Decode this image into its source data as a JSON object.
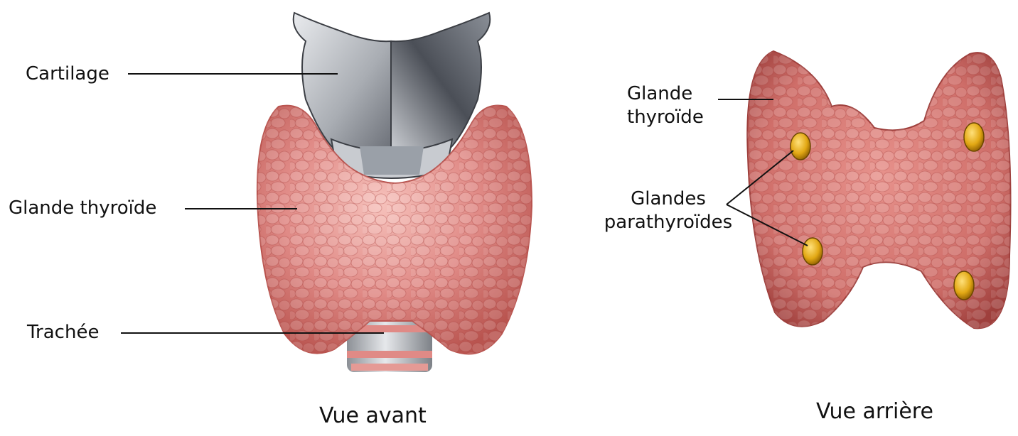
{
  "front_view": {
    "caption": "Vue avant",
    "labels": {
      "cartilage": "Cartilage",
      "thyroid": "Glande thyroïde",
      "trachea": "Trachée"
    }
  },
  "back_view": {
    "caption": "Vue arrière",
    "labels": {
      "thyroid_line1": "Glande",
      "thyroid_line2": "thyroïde",
      "parathyroid_line1": "Glandes",
      "parathyroid_line2": "parathyroïdes"
    }
  },
  "colors": {
    "tissue": "#e08a86",
    "tissue_dark": "#b9544f",
    "tissue_light": "#f6c1bb",
    "cartilage": "#a9adb3",
    "cartilage_dark": "#4b4f57",
    "parathyroid": "#e2a814",
    "leader_line": "#111111"
  }
}
